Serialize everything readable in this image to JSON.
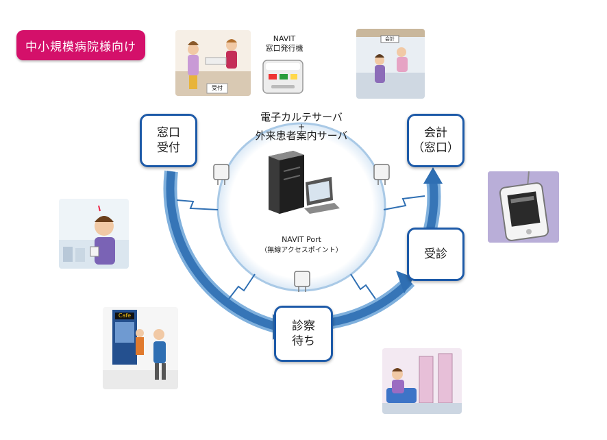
{
  "badge": {
    "label": "中小規模病院様向け"
  },
  "kiosk": {
    "line1": "NAVIT",
    "line2": "窓口発行機"
  },
  "server": {
    "line1": "電子カルテサーバ",
    "line2": "+",
    "line3": "外来患者案内サーバ"
  },
  "port": {
    "line1": "NAVIT Port",
    "line2": "（無線アクセスポイント）"
  },
  "steps": {
    "reception": {
      "line1": "窓口",
      "line2": "受付"
    },
    "payment": {
      "line1": "会計",
      "line2": "（窓口）"
    },
    "exam": {
      "line1": "受診"
    },
    "waiting": {
      "line1": "診察",
      "line2": "待ち"
    }
  },
  "signs": {
    "reception_sign": "受付",
    "payment_sign": "会計",
    "cafe_sign": "Cafe"
  },
  "colors": {
    "accent": "#d4106a",
    "flow": "#2f6fb3",
    "box_border": "#1d5aa8"
  }
}
